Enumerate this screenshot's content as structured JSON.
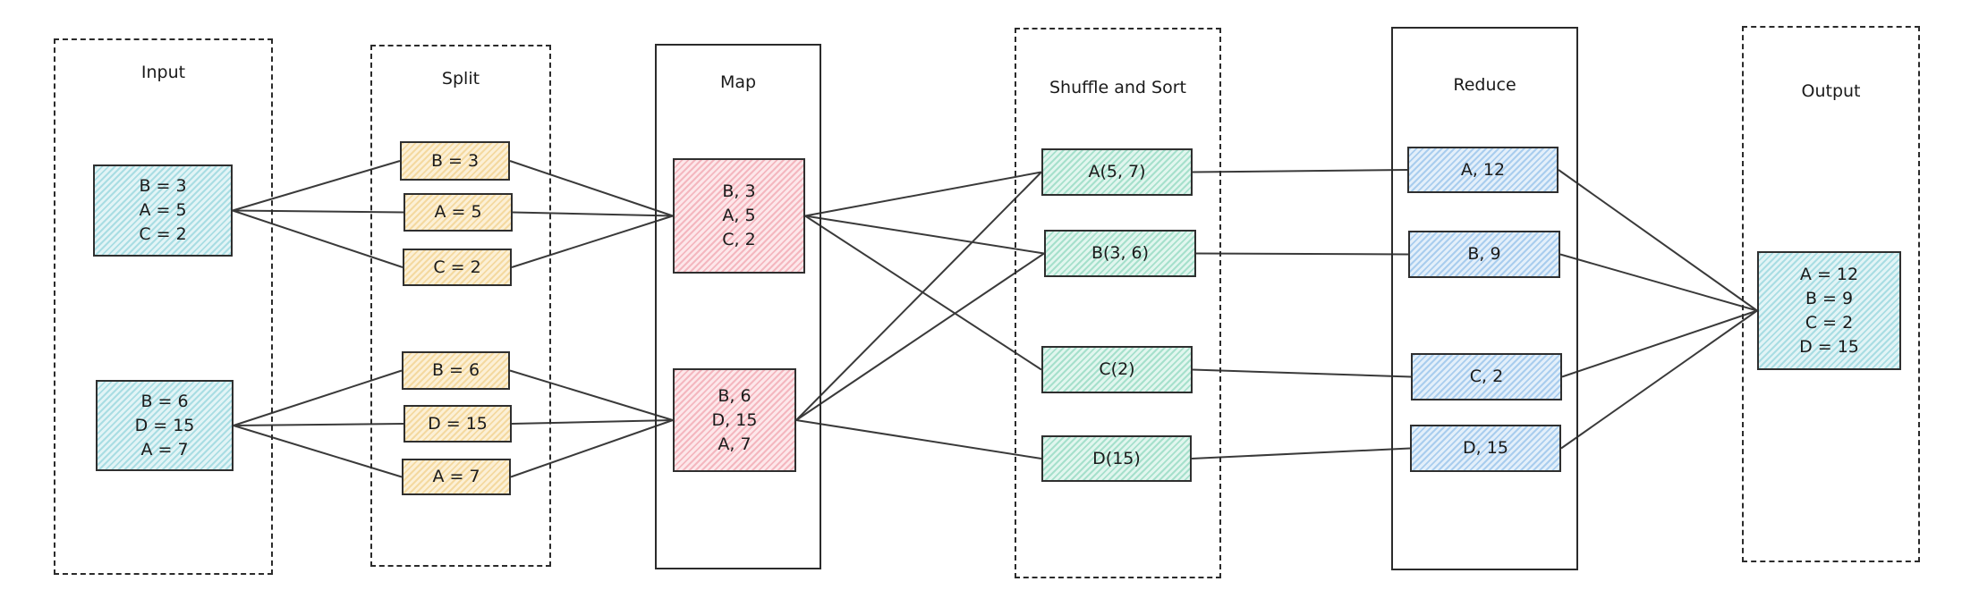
{
  "stages": {
    "input": {
      "title": "Input",
      "nodes": [
        [
          "B = 3",
          "A = 5",
          "C = 2"
        ],
        [
          "B = 6",
          "D = 15",
          "A = 7"
        ]
      ]
    },
    "split": {
      "title": "Split",
      "nodes": [
        [
          "B = 3"
        ],
        [
          "A = 5"
        ],
        [
          "C = 2"
        ],
        [
          "B = 6"
        ],
        [
          "D = 15"
        ],
        [
          "A = 7"
        ]
      ]
    },
    "map": {
      "title": "Map",
      "nodes": [
        [
          "B, 3",
          "A, 5",
          "C, 2"
        ],
        [
          "B, 6",
          "D, 15",
          "A, 7"
        ]
      ]
    },
    "shuffle": {
      "title": "Shuffle and Sort",
      "nodes": [
        [
          "A(5, 7)"
        ],
        [
          "B(3, 6)"
        ],
        [
          "C(2)"
        ],
        [
          "D(15)"
        ]
      ]
    },
    "reduce": {
      "title": "Reduce",
      "nodes": [
        [
          "A, 12"
        ],
        [
          "B, 9"
        ],
        [
          "C, 2"
        ],
        [
          "D, 15"
        ]
      ]
    },
    "output": {
      "title": "Output",
      "nodes": [
        [
          "A = 12",
          "B = 9",
          "C = 2",
          "D = 15"
        ]
      ]
    }
  },
  "edges": [
    [
      "in0",
      "sp0"
    ],
    [
      "in0",
      "sp1"
    ],
    [
      "in0",
      "sp2"
    ],
    [
      "in1",
      "sp3"
    ],
    [
      "in1",
      "sp4"
    ],
    [
      "in1",
      "sp5"
    ],
    [
      "sp0",
      "mp0"
    ],
    [
      "sp1",
      "mp0"
    ],
    [
      "sp2",
      "mp0"
    ],
    [
      "sp3",
      "mp1"
    ],
    [
      "sp4",
      "mp1"
    ],
    [
      "sp5",
      "mp1"
    ],
    [
      "mp0",
      "sh0"
    ],
    [
      "mp0",
      "sh1"
    ],
    [
      "mp0",
      "sh2"
    ],
    [
      "mp1",
      "sh0"
    ],
    [
      "mp1",
      "sh1"
    ],
    [
      "mp1",
      "sh3"
    ],
    [
      "sh0",
      "rd0"
    ],
    [
      "sh1",
      "rd1"
    ],
    [
      "sh2",
      "rd2"
    ],
    [
      "sh3",
      "rd3"
    ],
    [
      "rd0",
      "out0"
    ],
    [
      "rd1",
      "out0"
    ],
    [
      "rd2",
      "out0"
    ],
    [
      "rd3",
      "out0"
    ]
  ],
  "colors": {
    "input": "#a9dde3",
    "split": "#f4d9a0",
    "map": "#f4b7bf",
    "shuffle": "#a6e0cc",
    "reduce": "#a9cdee",
    "output": "#a9dde3"
  }
}
